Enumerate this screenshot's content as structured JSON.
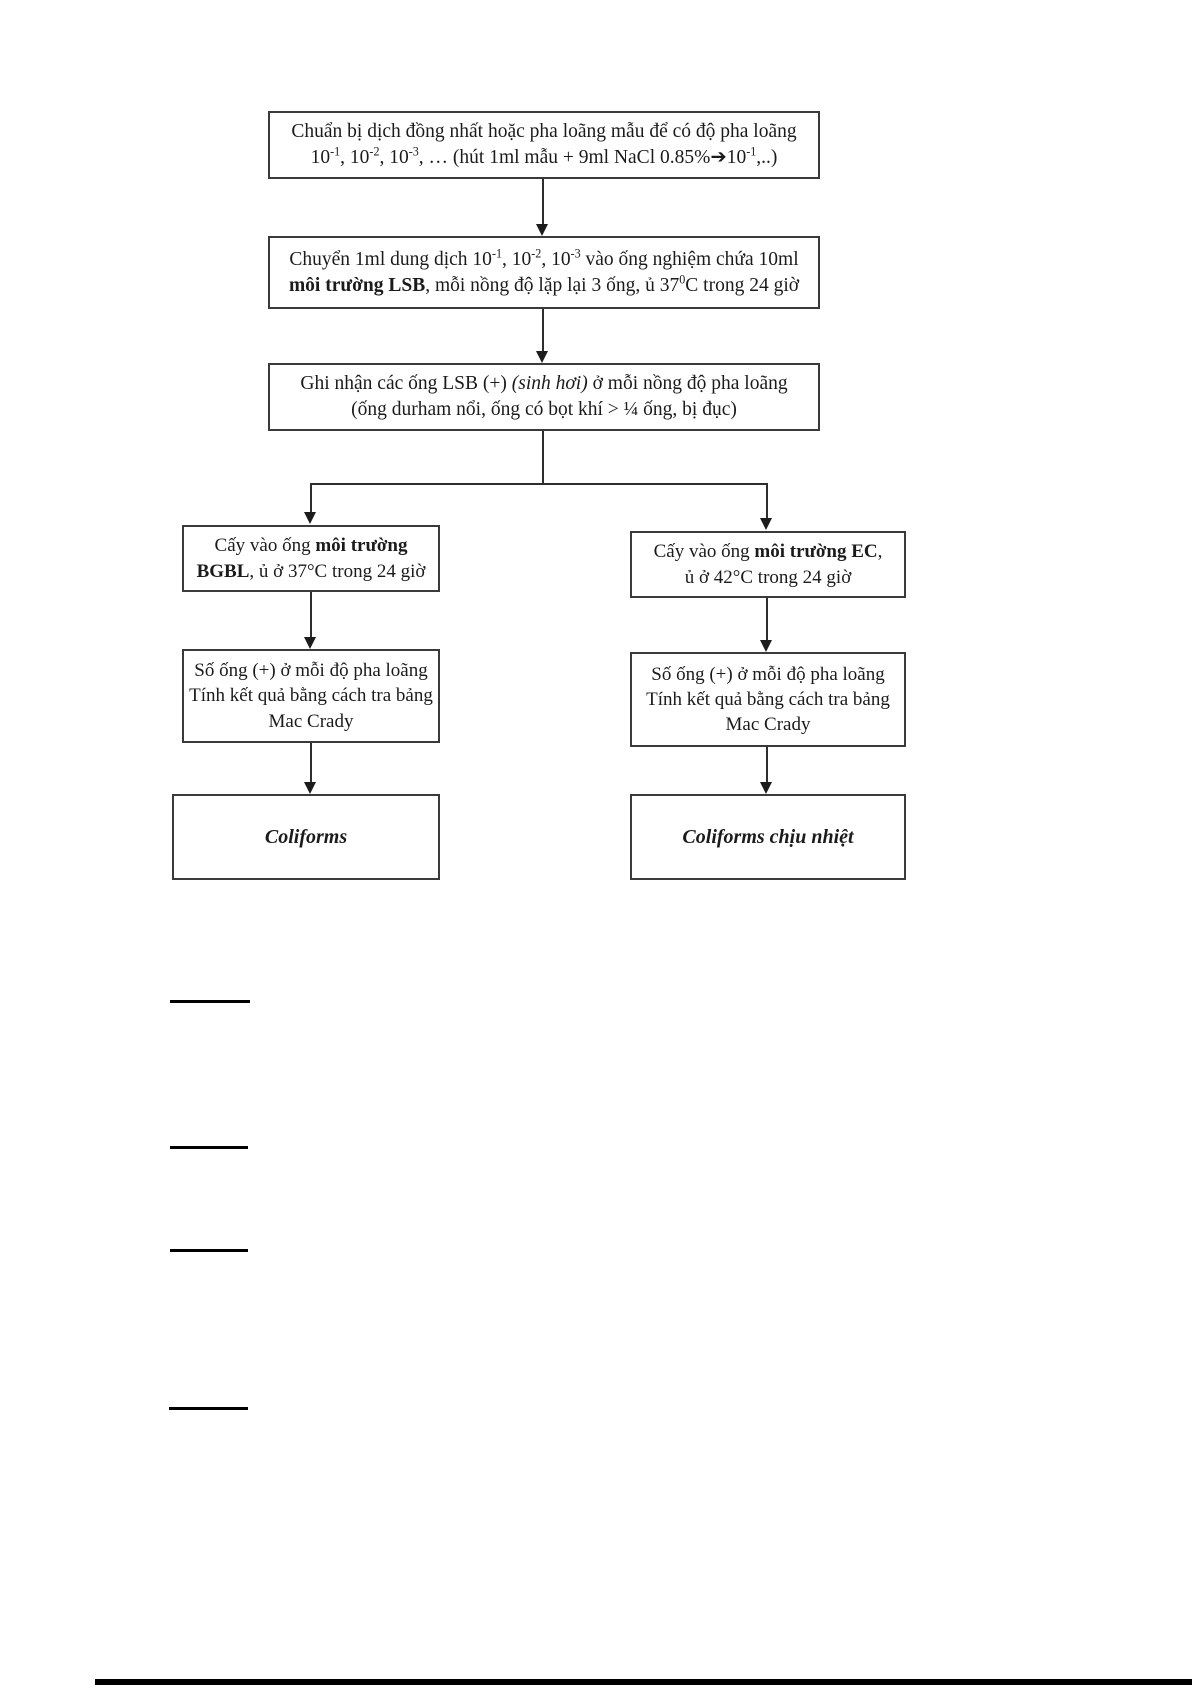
{
  "flowchart": {
    "box_prepare": {
      "line1": "Chuẩn bị dịch đồng nhất hoặc pha loãng mẫu để có độ pha loãng",
      "line2_b1": "10",
      "line2_s1": "-1",
      "line2_b2": ", 10",
      "line2_s2": "-2",
      "line2_b3": ", 10",
      "line2_s3": "-3",
      "line2_b4": ", … (hút 1ml mẫu + 9ml NaCl 0.85%",
      "line2_arrow": "➔",
      "line2_b5": "10",
      "line2_s5": "-1",
      "line2_b6": ",..)"
    },
    "box_transfer": {
      "line1_b1": "Chuyển 1ml dung dịch 10",
      "line1_s1": "-1",
      "line1_b2": ", 10",
      "line1_s2": "-2",
      "line1_b3": ", 10",
      "line1_s3": "-3",
      "line1_b4": " vào ống nghiệm chứa 10ml",
      "line2_bold": "môi trường LSB",
      "line2_rest1": ", mỗi nồng độ lặp lại 3 ống, ủ 37",
      "line2_sup": "0",
      "line2_rest2": "C trong 24 giờ"
    },
    "box_record": {
      "line1_pre": "Ghi nhận các ống LSB (+) ",
      "line1_italic": "(sinh hơi)",
      "line1_post": " ở mỗi nồng độ pha loãng",
      "line2": "(ống durham nổi, ống có bọt khí > ¼ ống, bị đục)"
    },
    "left_branch": {
      "box_culture": {
        "line1_pre": "Cấy vào ống ",
        "line1_bold": "môi trường",
        "line2_bold": "BGBL",
        "line2_rest": ", ủ ở 37°C trong 24 giờ"
      },
      "box_count": {
        "line1": "Số ống (+) ở mỗi độ pha loãng",
        "line2": "Tính kết quả bằng cách tra bảng",
        "line3": "Mac Crady"
      },
      "box_result": {
        "label": "Coliforms"
      }
    },
    "right_branch": {
      "box_culture": {
        "line1_pre": "Cấy vào ống ",
        "line1_bold": "môi trường EC",
        "line1_post": ",",
        "line2": "ủ ở 42°C trong 24 giờ"
      },
      "box_count": {
        "line1": "Số ống (+) ở mỗi độ pha loãng",
        "line2": "Tính kết quả bằng cách tra bảng",
        "line3": "Mac Crady"
      },
      "box_result": {
        "label": "Coliforms chịu nhiệt"
      }
    }
  },
  "colors": {
    "box_border": "#3a3a3a",
    "line": "#2e2e2e",
    "text": "#1b1b1b",
    "background": "#ffffff"
  }
}
